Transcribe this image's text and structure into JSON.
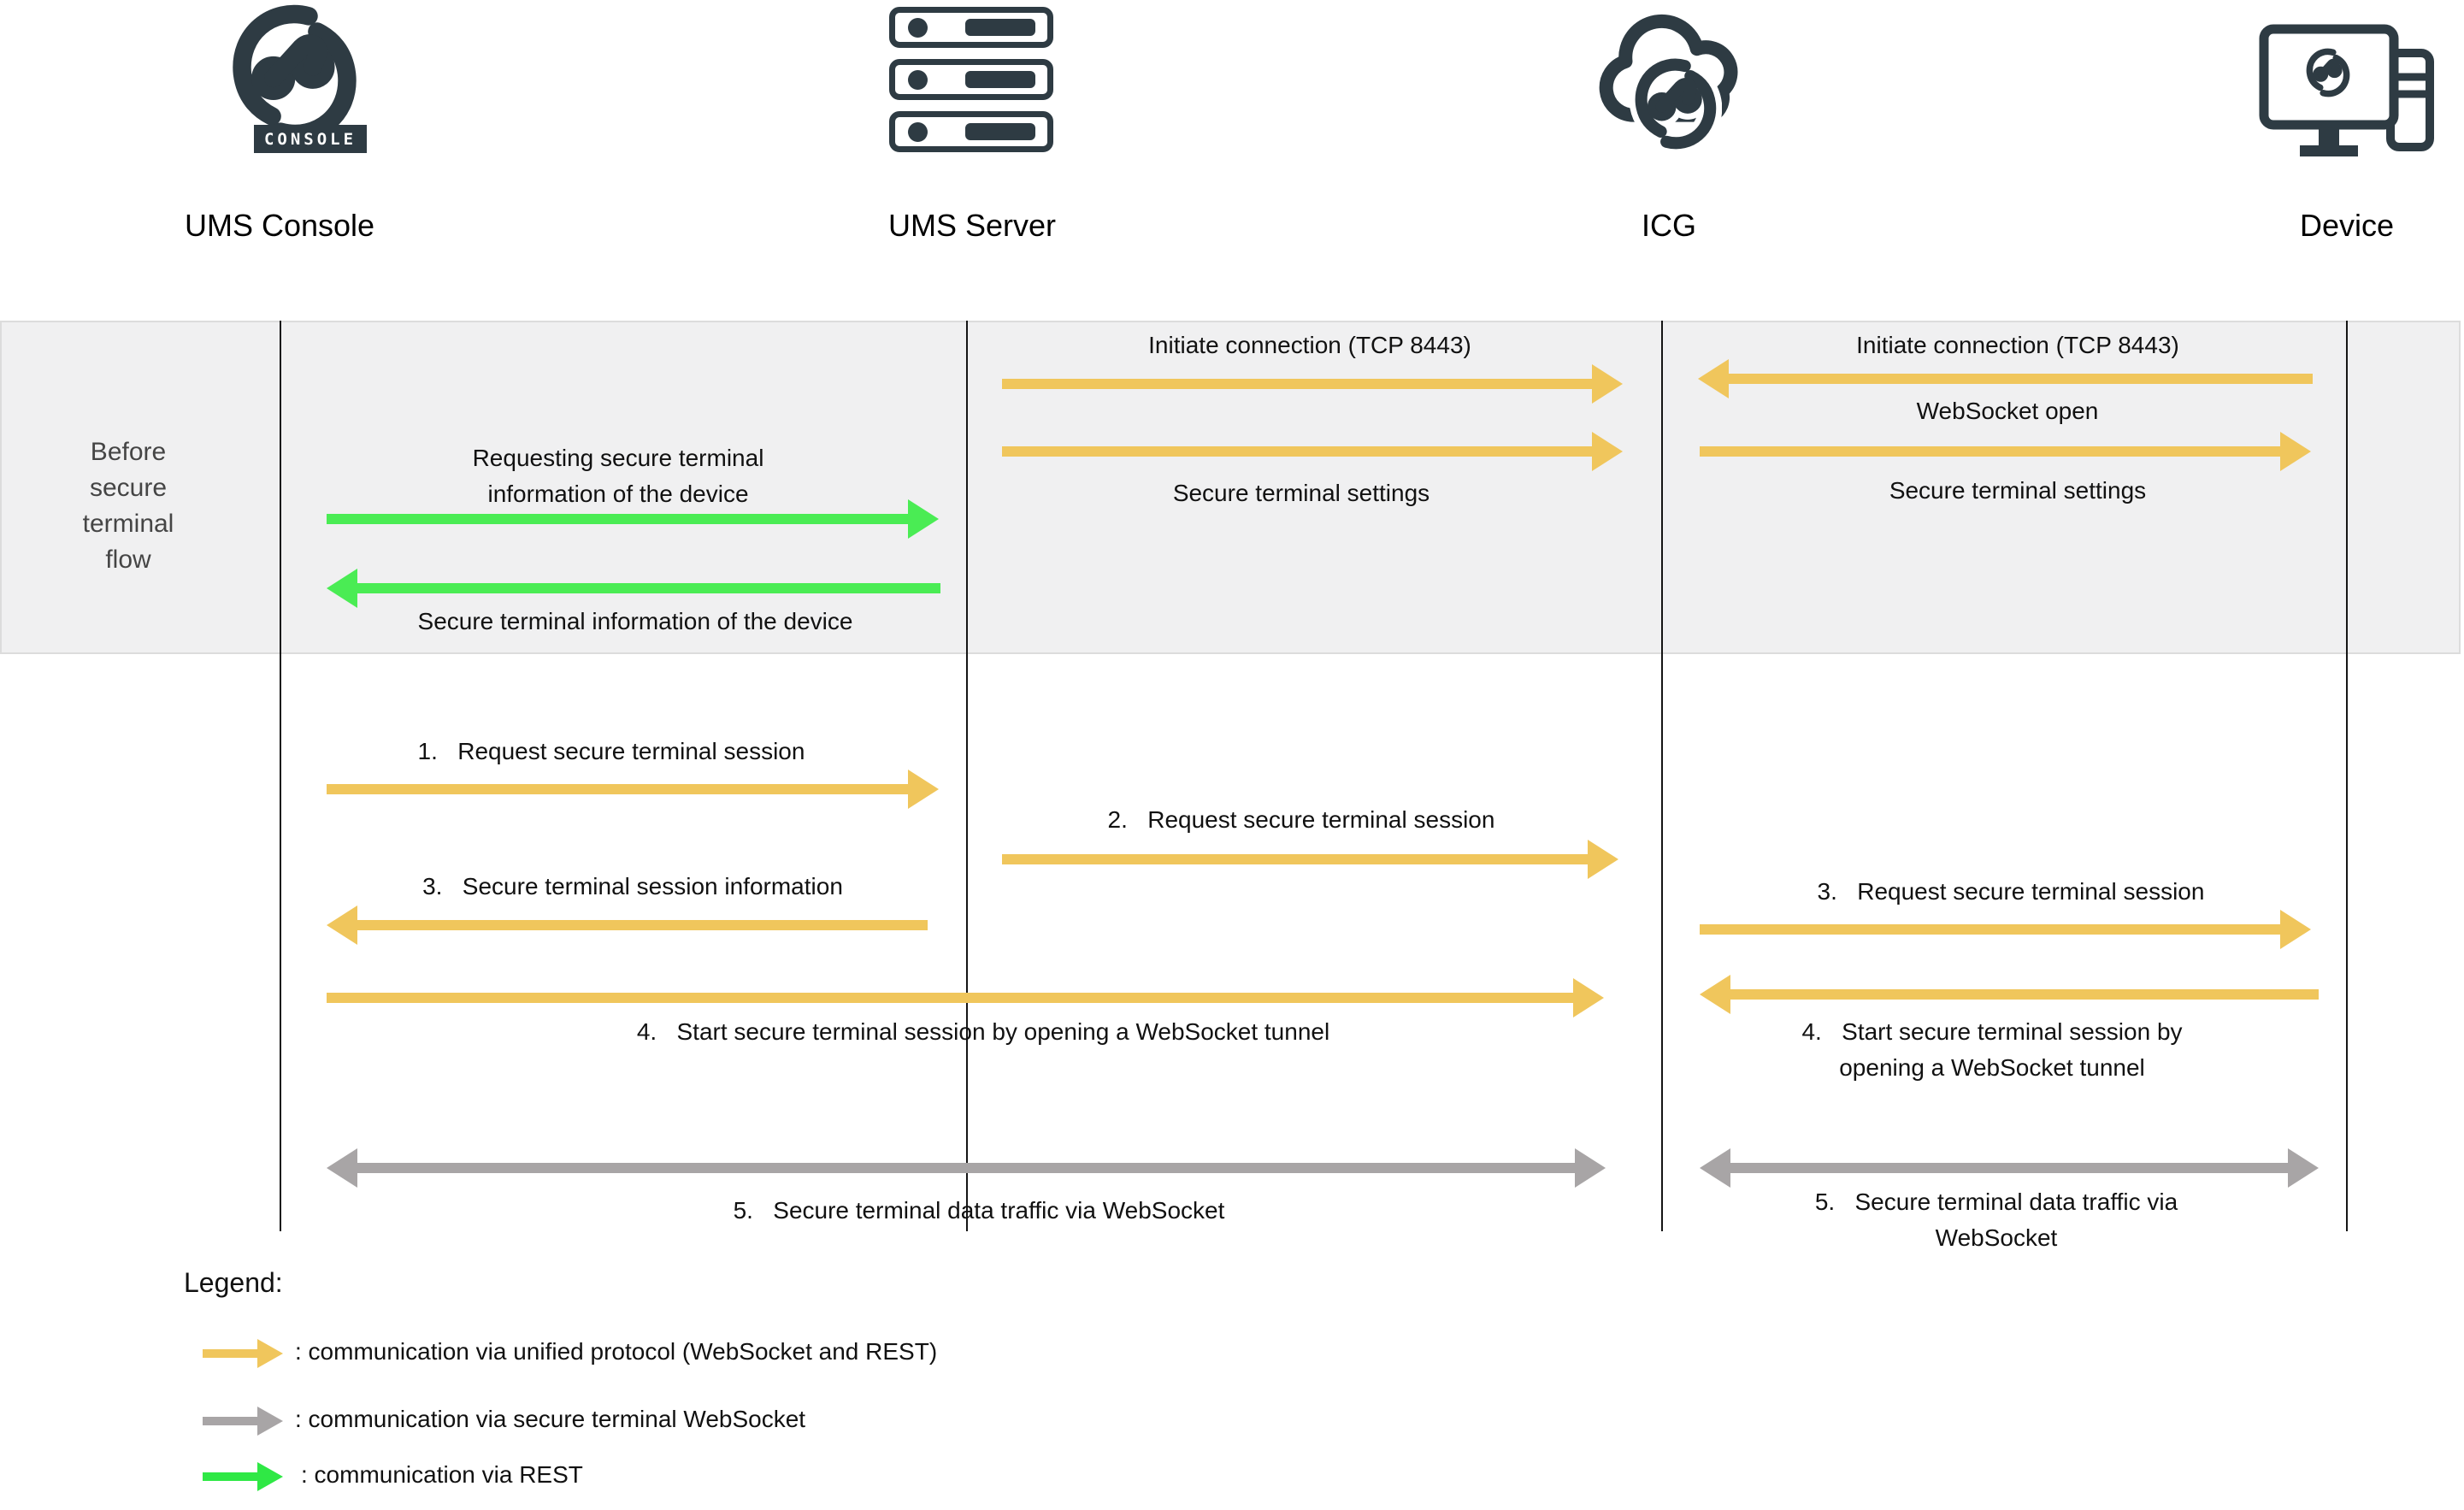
{
  "colors": {
    "dark": "#2e3b43",
    "yellow": "#f0c65c",
    "green": "#4aec54",
    "gray": "#a8a5a6",
    "legend_green": "#2fe845",
    "band_bg": "#f0f0f1"
  },
  "actors": [
    {
      "id": "ums-console",
      "label": "UMS Console"
    },
    {
      "id": "ums-server",
      "label": "UMS Server"
    },
    {
      "id": "icg",
      "label": "ICG"
    },
    {
      "id": "device",
      "label": "Device"
    }
  ],
  "console_badge": "CONSOLE",
  "phase": {
    "label": "Before\nsecure\nterminal\nflow"
  },
  "messages": {
    "init_conn_server_icg": {
      "label": "Initiate connection (TCP 8443)"
    },
    "init_conn_device_icg": {
      "label": "Initiate connection (TCP 8443)"
    },
    "websocket_open": {
      "label": "WebSocket open"
    },
    "settings_server_icg": {
      "label": "Secure terminal settings"
    },
    "settings_icg_device": {
      "label": "Secure terminal settings"
    },
    "req_terminal_info": {
      "label": "Requesting secure terminal\ninformation of the device"
    },
    "terminal_info": {
      "label": "Secure terminal information of the device"
    },
    "step1": {
      "label": "1.   Request secure terminal session"
    },
    "step2": {
      "label": "2.   Request secure terminal session"
    },
    "step3_left": {
      "label": "3.   Secure terminal session information"
    },
    "step3_right": {
      "label": "3.   Request secure terminal session"
    },
    "step4_left": {
      "label": "4.   Start secure terminal session by opening a WebSocket tunnel"
    },
    "step4_right": {
      "label": "4.   Start secure terminal session by\nopening a WebSocket tunnel"
    },
    "step5_left": {
      "label": "5.   Secure terminal data traffic via WebSocket"
    },
    "step5_right": {
      "label": "5.   Secure terminal data traffic via\nWebSocket"
    }
  },
  "legend": {
    "title": "Legend:",
    "items": [
      {
        "color": "#f0c65c",
        "text": ": communication via unified protocol (WebSocket and REST)"
      },
      {
        "color": "#a8a5a6",
        "text": ": communication via secure terminal WebSocket"
      },
      {
        "color": "#2fe845",
        "text": ": communication via REST"
      }
    ]
  }
}
